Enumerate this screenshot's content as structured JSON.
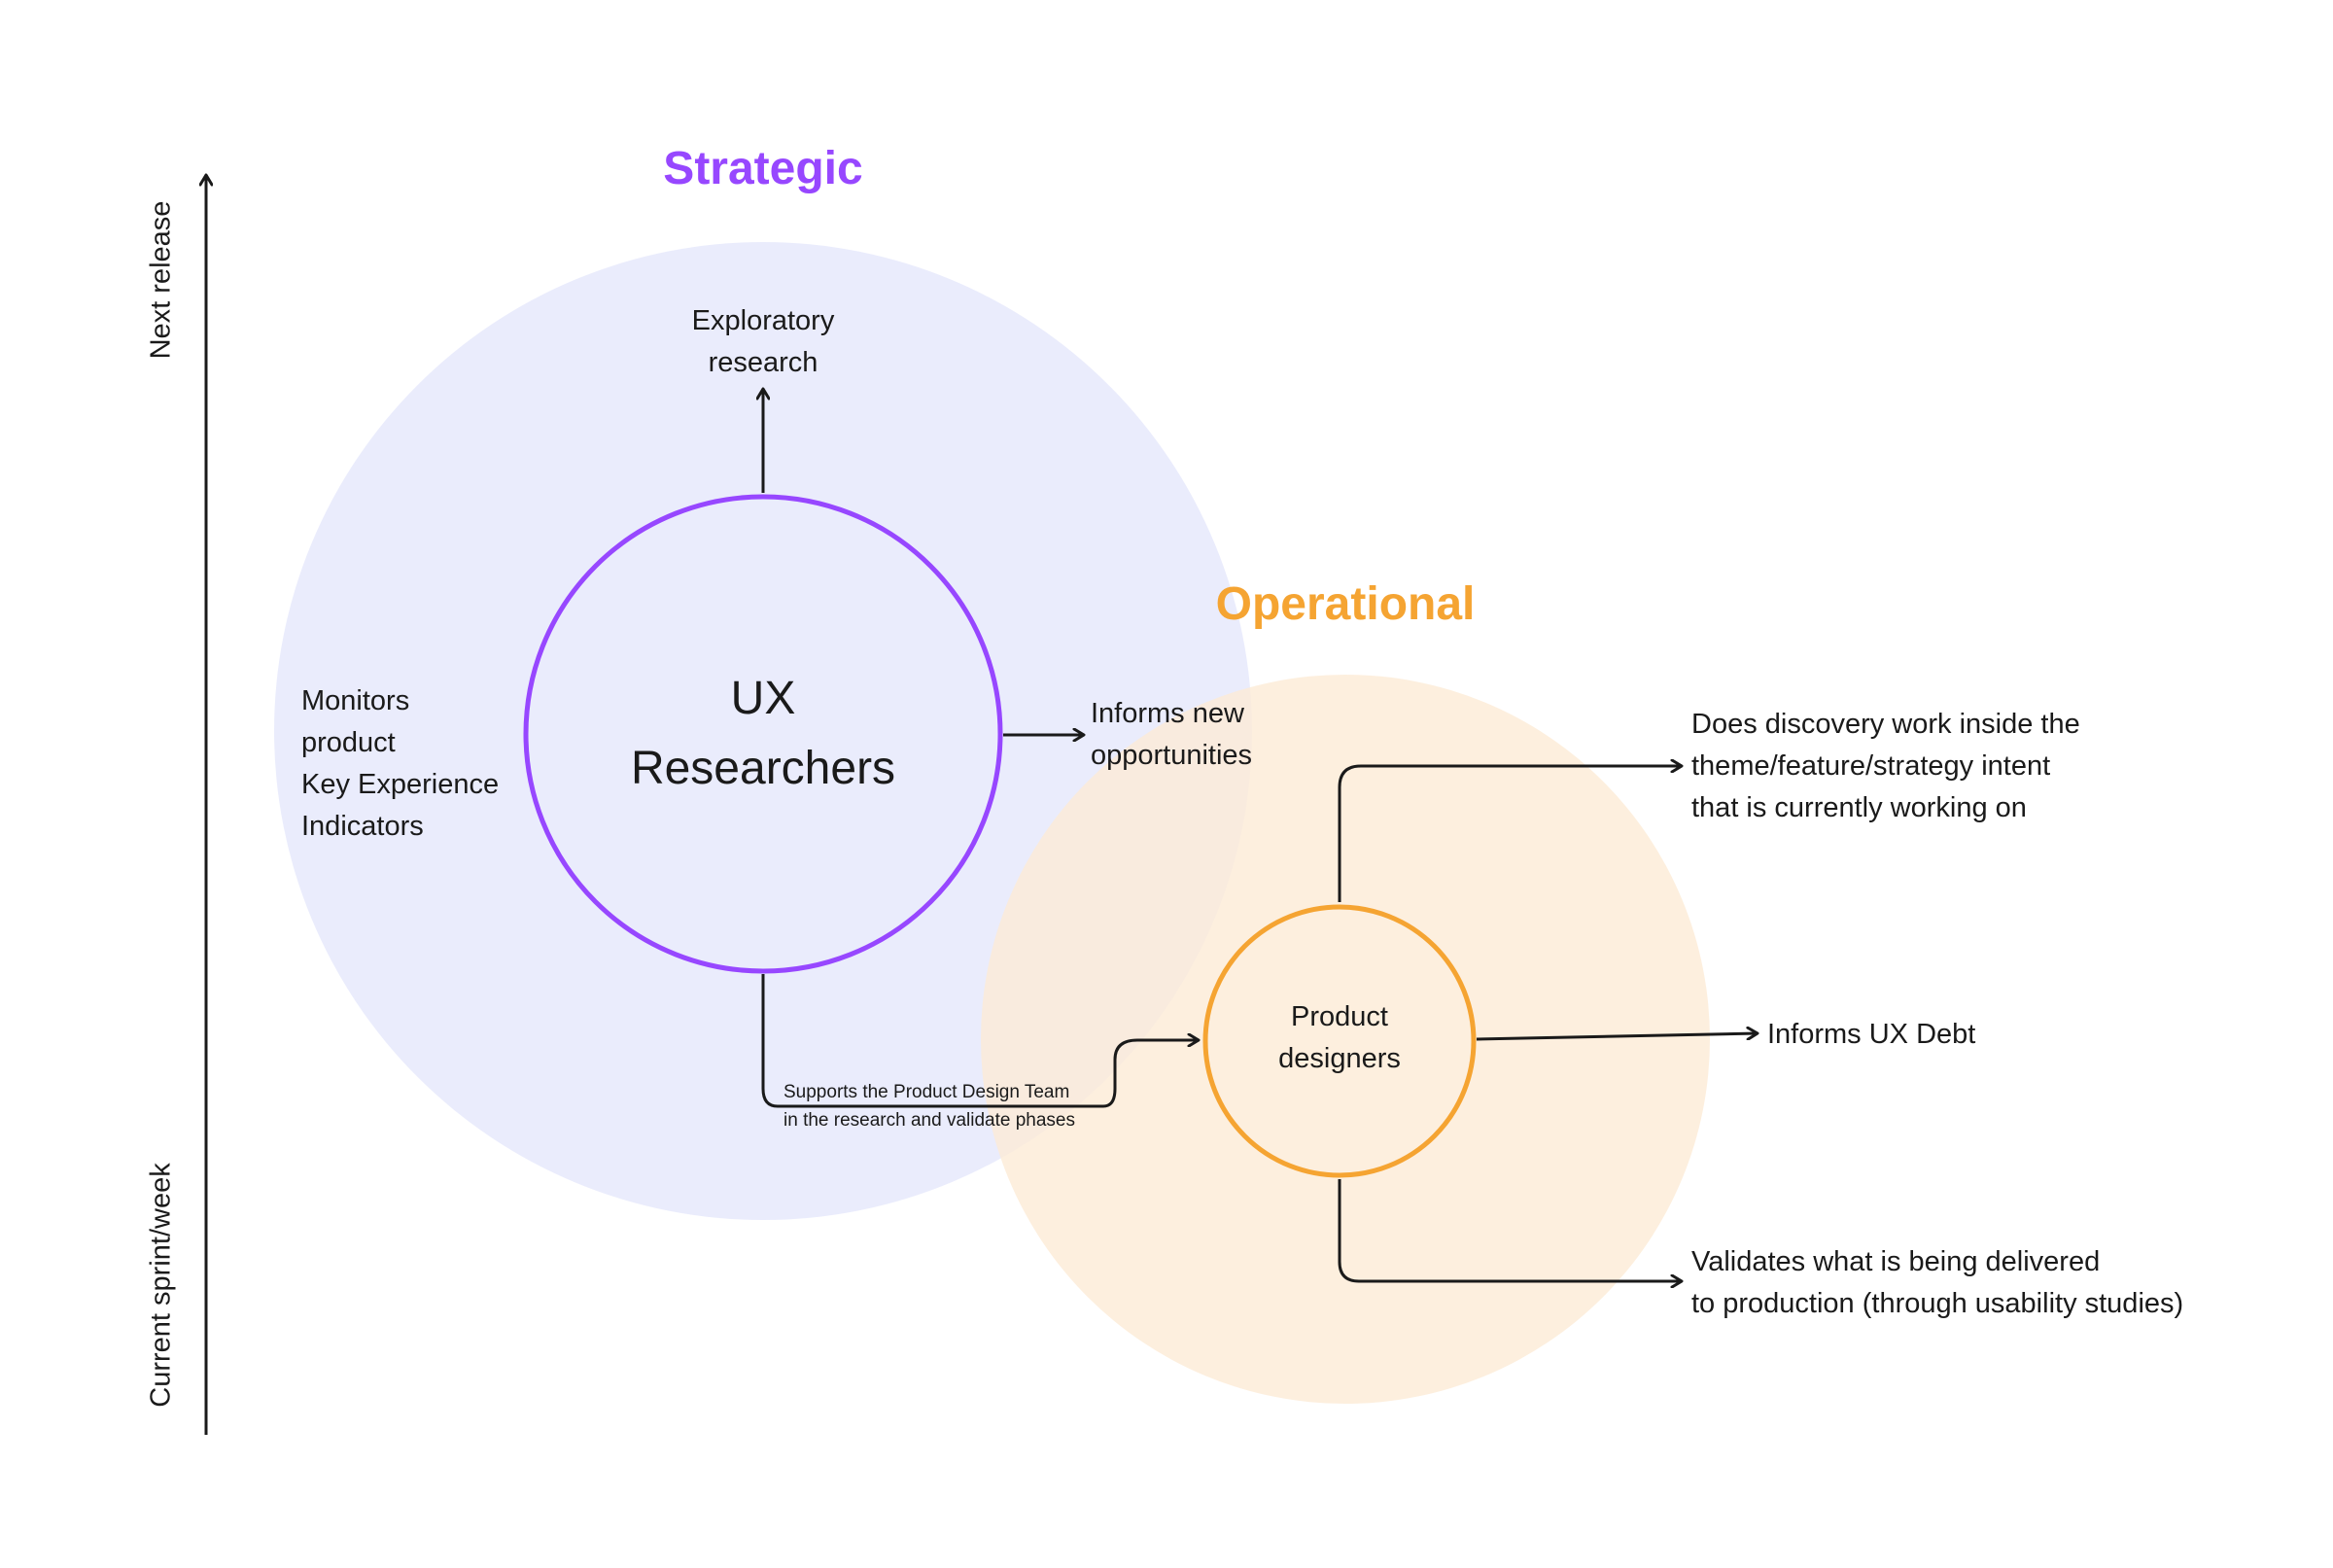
{
  "colors": {
    "strategic": "#9747ff",
    "strategic_fill": "#e8eafc",
    "operational": "#f5a432",
    "operational_fill": "#fdebd6",
    "ink": "#1a1a1a"
  },
  "axis": {
    "top_label": "Next release",
    "bottom_label": "Current sprint/week"
  },
  "headings": {
    "strategic": "Strategic",
    "operational": "Operational"
  },
  "nodes": {
    "ux_researchers": "UX\nResearchers",
    "product_designers": "Product\ndesigners"
  },
  "labels": {
    "exploratory": "Exploratory\nresearch",
    "monitors": "Monitors\nproduct\nKey Experience\nIndicators",
    "informs_opportunities": "Informs new\nopportunities",
    "supports": "Supports the Product Design Team\nin the research and validate phases",
    "discovery": "Does discovery work inside the\ntheme/feature/strategy intent\nthat is currently working on",
    "ux_debt": "Informs UX Debt",
    "validates": "Validates what is being delivered\nto production (through usability studies)"
  }
}
